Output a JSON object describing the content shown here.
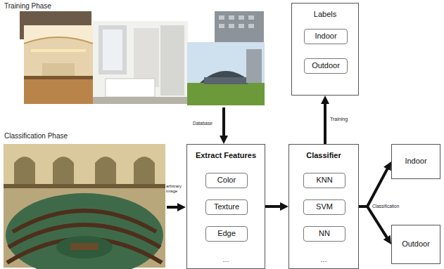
{
  "diagram": {
    "nodes": [
      {
        "text": [
          "Labels"
        ]
      },
      {
        "text": [
          "Indoor"
        ],
        "in": 0
      },
      {
        "text": [
          "Outdoor"
        ],
        "in": 0
      },
      {
        "text": [
          "Extract Features",
          "..."
        ]
      },
      {
        "text": [
          "Color"
        ],
        "in": 3
      },
      {
        "text": [
          "Texture"
        ],
        "in": 3
      },
      {
        "text": [
          "Edge"
        ],
        "in": 3
      },
      {
        "text": [
          "Classifier",
          "..."
        ]
      },
      {
        "text": [
          "KNN"
        ],
        "in": 7
      },
      {
        "text": [
          "SVM"
        ],
        "in": 7
      },
      {
        "text": [
          "NN"
        ],
        "in": 7
      },
      {
        "text": [
          "Indoor"
        ]
      },
      {
        "text": [
          "Outdoor"
        ]
      }
    ],
    "edges": [
      {
        "from": 3,
        "to": 7,
        "arrow": "to"
      },
      {
        "from": 7,
        "to": 0,
        "arrow": "to",
        "label": "Training"
      },
      {
        "from": 7,
        "to": 11,
        "arrow": "to",
        "label": "Classification"
      },
      {
        "from": 7,
        "to": 12,
        "arrow": "to"
      }
    ],
    "labels": [
      "Training Phase",
      "Database",
      "Classification Phase",
      "arbitrary image"
    ]
  }
}
